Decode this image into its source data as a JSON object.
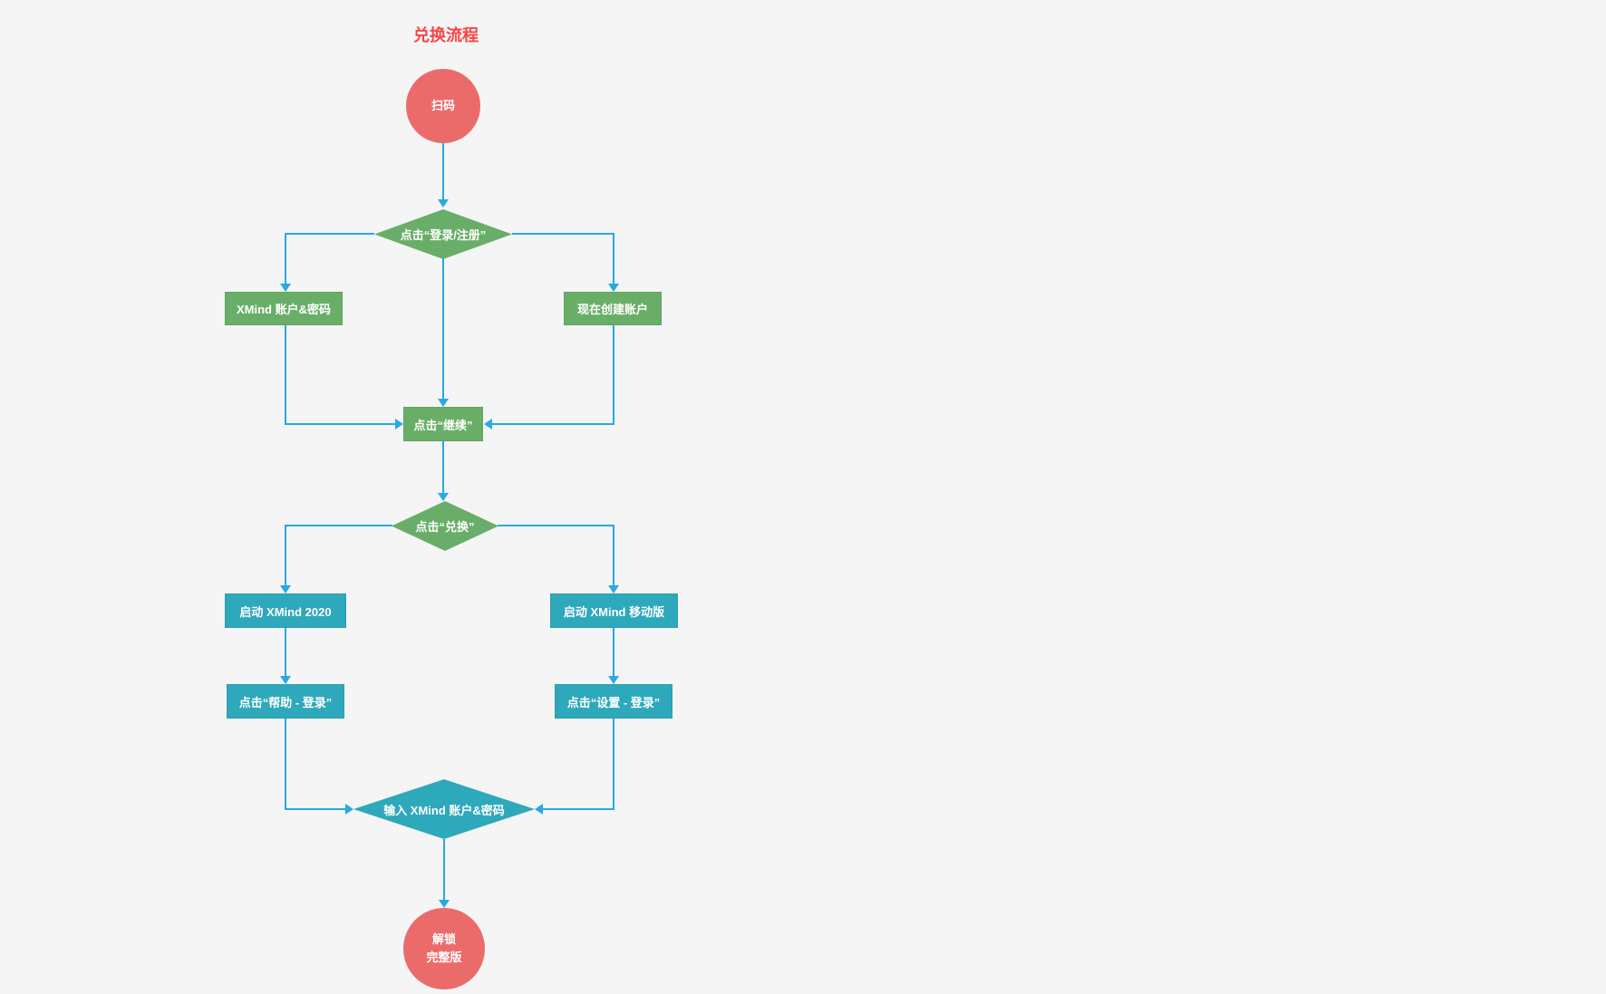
{
  "page": {
    "background": "#f5f5f5"
  },
  "title": {
    "text": "兑换流程",
    "color": "#fb4343"
  },
  "colors": {
    "start_end_node": "#eb6b6b",
    "green_node": "#68ae68",
    "teal_node": "#2ea8bb",
    "connector": "#29a9e2",
    "node_text": "#ffffff"
  },
  "nodes": {
    "scan": {
      "shape": "circle",
      "label": "扫码"
    },
    "login_signup": {
      "shape": "diamond",
      "label": "点击“登录/注册”"
    },
    "account_pwd": {
      "shape": "rect",
      "label": "XMind 账户&密码"
    },
    "create_account": {
      "shape": "rect",
      "label": "现在创建账户"
    },
    "continue": {
      "shape": "rect",
      "label": "点击“继续”"
    },
    "redeem": {
      "shape": "diamond",
      "label": "点击“兑换”"
    },
    "launch_2020": {
      "shape": "rect",
      "label": "启动 XMind 2020"
    },
    "launch_mobile": {
      "shape": "rect",
      "label": "启动 XMind 移动版"
    },
    "help_login": {
      "shape": "rect",
      "label": "点击“帮助 - 登录”"
    },
    "settings_login": {
      "shape": "rect",
      "label": "点击“设置 - 登录”"
    },
    "enter_account": {
      "shape": "diamond",
      "label": "输入 XMind 账户&密码"
    },
    "unlock": {
      "shape": "circle",
      "label": "解锁\n完整版"
    }
  },
  "edges": [
    {
      "from": "scan",
      "to": "login_signup"
    },
    {
      "from": "login_signup",
      "to": "account_pwd"
    },
    {
      "from": "login_signup",
      "to": "create_account"
    },
    {
      "from": "login_signup",
      "to": "continue"
    },
    {
      "from": "account_pwd",
      "to": "continue"
    },
    {
      "from": "create_account",
      "to": "continue"
    },
    {
      "from": "continue",
      "to": "redeem"
    },
    {
      "from": "redeem",
      "to": "launch_2020"
    },
    {
      "from": "redeem",
      "to": "launch_mobile"
    },
    {
      "from": "launch_2020",
      "to": "help_login"
    },
    {
      "from": "launch_mobile",
      "to": "settings_login"
    },
    {
      "from": "help_login",
      "to": "enter_account"
    },
    {
      "from": "settings_login",
      "to": "enter_account"
    },
    {
      "from": "enter_account",
      "to": "unlock"
    }
  ]
}
